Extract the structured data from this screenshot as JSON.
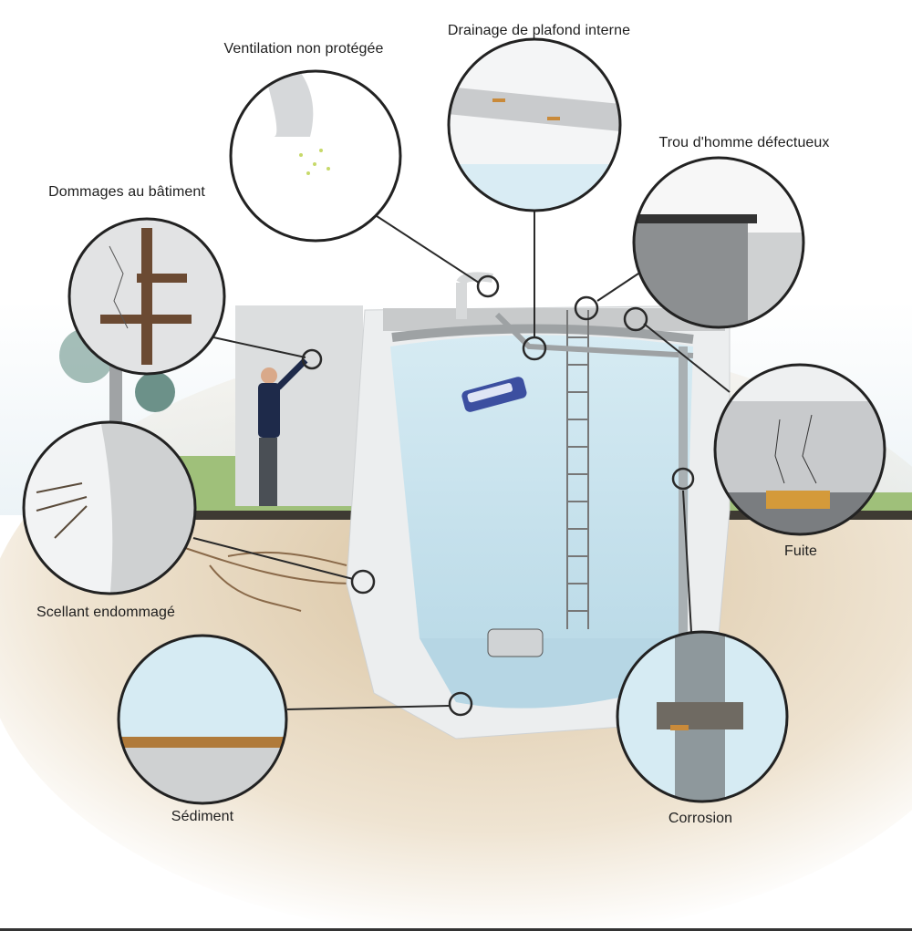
{
  "labels": {
    "ventilation": "Ventilation non protégée",
    "drainage": "Drainage de plafond interne",
    "manhole": "Trou d'homme défectueux",
    "building_damage": "Dommages au bâtiment",
    "leak": "Fuite",
    "sealant": "Scellant endommagé",
    "sediment": "Sédiment",
    "corrosion": "Corrosion"
  },
  "colors": {
    "outline": "#2a2a2a",
    "water": "#cfe6f0",
    "concrete": "#e9eaeb",
    "soil": "#e6d6bd",
    "grass": "#8fb36a",
    "rust": "#c98a3a"
  }
}
